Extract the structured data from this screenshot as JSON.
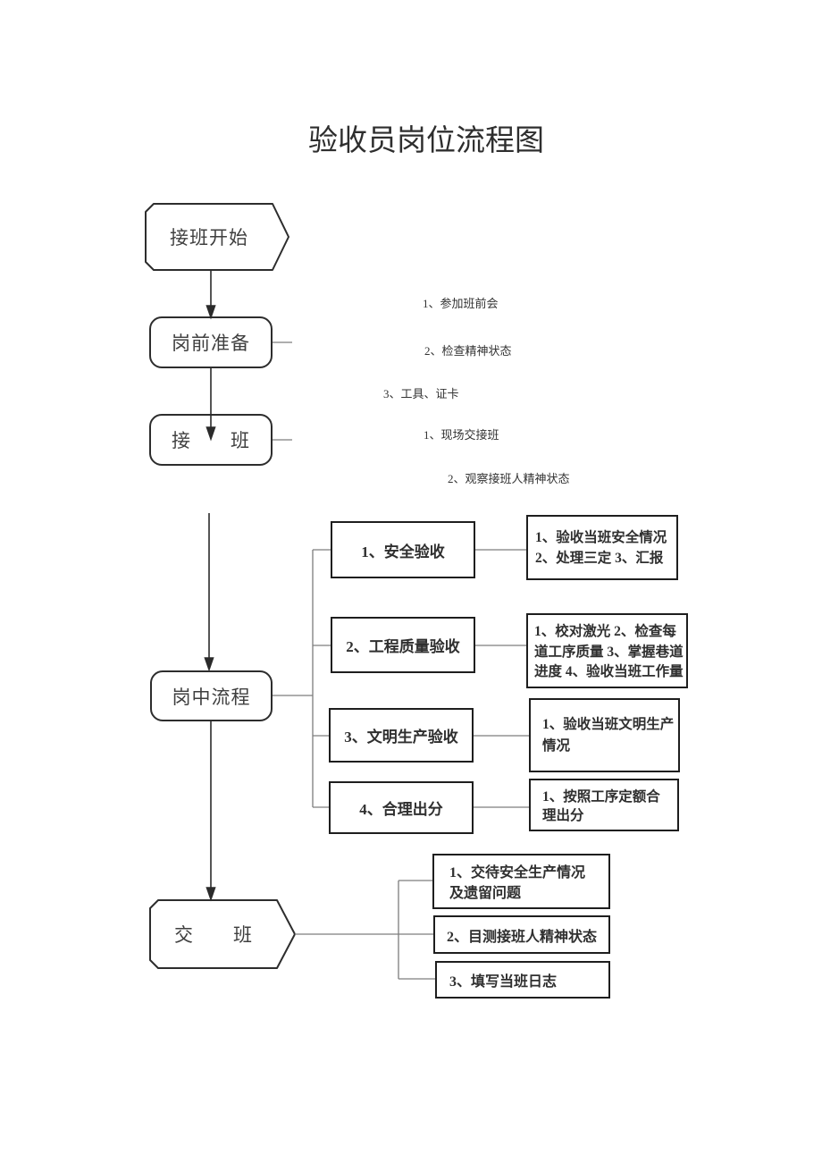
{
  "title": "验收员岗位流程图",
  "nodes": {
    "start": "接班开始",
    "pre_shift": "岗前准备",
    "take_over": "接　　班",
    "mid_shift": "岗中流程",
    "hand_over": "交　　班"
  },
  "annotations": {
    "pre_shift": [
      "1、参加班前会",
      "2、检查精神状态",
      "3、工具、证卡"
    ],
    "take_over": [
      "1、现场交接班",
      "2、观察接班人精神状态"
    ]
  },
  "mid_tasks": [
    {
      "label": "1、安全验收",
      "detail_lines": [
        "1、验收当班安全情况",
        "2、处理三定 3、汇报"
      ]
    },
    {
      "label": "2、工程质量验收",
      "detail_lines": [
        "1、校对激光 2、检查每",
        "道工序质量 3、掌握巷道",
        "进度 4、验收当班工作量"
      ]
    },
    {
      "label": "3、文明生产验收",
      "detail_lines": [
        "1、验收当班文明生产",
        "情况"
      ]
    },
    {
      "label": "4、合理出分",
      "detail_lines": [
        "1、按照工序定额合",
        "理出分"
      ]
    }
  ],
  "handover_tasks": [
    {
      "lines": [
        "1、交待安全生产情况",
        "及遗留问题"
      ]
    },
    {
      "lines": [
        "2、目测接班人精神状态"
      ]
    },
    {
      "lines": [
        "3、填写当班日志"
      ]
    }
  ],
  "colors": {
    "ink": "#2b2b2b",
    "connector": "#7d7d7d",
    "text": "#3a3a3a"
  }
}
